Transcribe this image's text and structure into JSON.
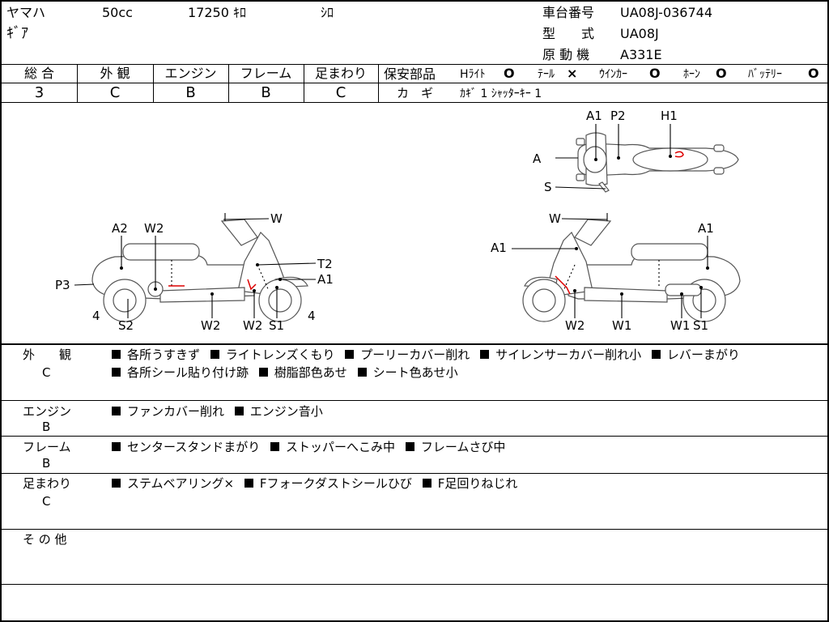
{
  "header": {
    "maker": "ヤマハ",
    "displacement": "50cc",
    "mileage": "17250 ｷﾛ",
    "color": "ｼﾛ",
    "model_name": "ｷﾞｱ",
    "frame_no_label": "車台番号",
    "frame_no": "UA08J-036744",
    "type_label": "型　　式",
    "type": "UA08J",
    "engine_label": "原 動 機",
    "engine": "A331E"
  },
  "scores": {
    "overall_label": "総 合",
    "overall": "3",
    "exterior_label": "外 観",
    "exterior": "C",
    "engine_label": "エンジン",
    "engine": "B",
    "frame_label": "フレーム",
    "frame": "B",
    "suspension_label": "足まわり",
    "suspension": "C"
  },
  "safety": {
    "label": "保安部品",
    "headlight": "Hﾗｲﾄ",
    "headlight_mark": "O",
    "tail": "ﾃｰﾙ",
    "tail_mark": "×",
    "winker": "ｳｲﾝｶｰ",
    "winker_mark": "O",
    "horn": "ﾎｰﾝ",
    "horn_mark": "O",
    "battery": "ﾊﾞｯﾃﾘｰ",
    "battery_mark": "O",
    "key_label": "カ　ギ",
    "key_value": "ｶｷﾞ 1 ｼｬｯﾀｰｷｰ 1"
  },
  "diagram_labels": {
    "top": {
      "a1": "A1",
      "p2": "P2",
      "h1": "H1",
      "a": "A",
      "s": "S"
    },
    "left": {
      "a2": "A2",
      "w2_top": "W2",
      "w": "W",
      "t2": "T2",
      "a1": "A1",
      "p3": "P3",
      "four_l": "4",
      "four_r": "4",
      "s2": "S2",
      "w2_a": "W2",
      "w2_b": "W2",
      "s1": "S1"
    },
    "right": {
      "w": "W",
      "a1_r": "A1",
      "a1_l": "A1",
      "w2": "W2",
      "w1_a": "W1",
      "w1_b": "W1",
      "s1": "S1"
    }
  },
  "details": {
    "exterior": {
      "label": "外　　観",
      "grade": "C",
      "line1": [
        "各所うすきず",
        "ライトレンズくもり",
        "プーリーカバー削れ",
        "サイレンサーカバー削れ小",
        "レバーまがり"
      ],
      "line2": [
        "各所シール貼り付け跡",
        "樹脂部色あせ",
        "シート色あせ小"
      ]
    },
    "engine": {
      "label": "エンジン",
      "grade": "B",
      "line1": [
        "ファンカバー削れ",
        "エンジン音小"
      ]
    },
    "frame": {
      "label": "フレーム",
      "grade": "B",
      "line1": [
        "センタースタンドまがり",
        "ストッパーへこみ中",
        "フレームさび中"
      ]
    },
    "suspension": {
      "label": "足まわり",
      "grade": "C",
      "line1": [
        "ステムベアリング×",
        "Fフォークダストシールひび",
        "F足回りねじれ"
      ]
    },
    "other": {
      "label": "そ の 他"
    }
  }
}
